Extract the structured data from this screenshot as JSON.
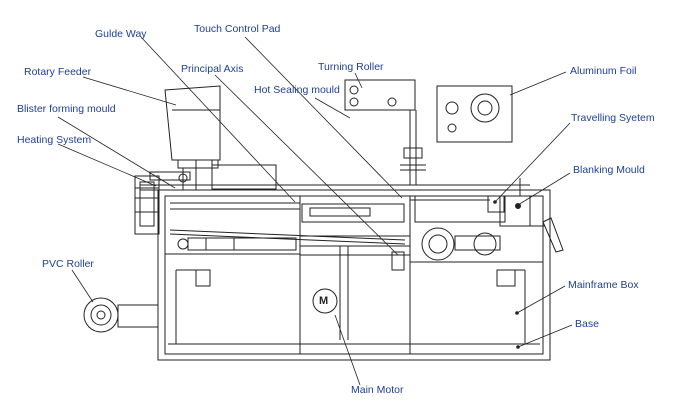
{
  "diagram": {
    "labels": {
      "guide_way": "Gulde Way",
      "touch_control_pad": "Touch Control Pad",
      "rotary_feeder": "Rotary Feeder",
      "principal_axis": "Principal Axis",
      "turning_roller": "Turning Roller",
      "aluminum_foil": "Aluminum Foil",
      "blister_forming_mould": "Blister forming mould",
      "hot_sealing_mould": "Hot Sealing mould",
      "heating_system": "Heating System",
      "travelling_system": "Travelling Syetem",
      "blanking_mould": "Blanking Mould",
      "pvc_roller": "PVC Roller",
      "mainframe_box": "Mainframe Box",
      "base": "Base",
      "main_motor": "Main Motor"
    },
    "motor_symbol": "M",
    "colors": {
      "label_text": "#1f3f93",
      "line": "#222222",
      "background": "#ffffff"
    }
  }
}
